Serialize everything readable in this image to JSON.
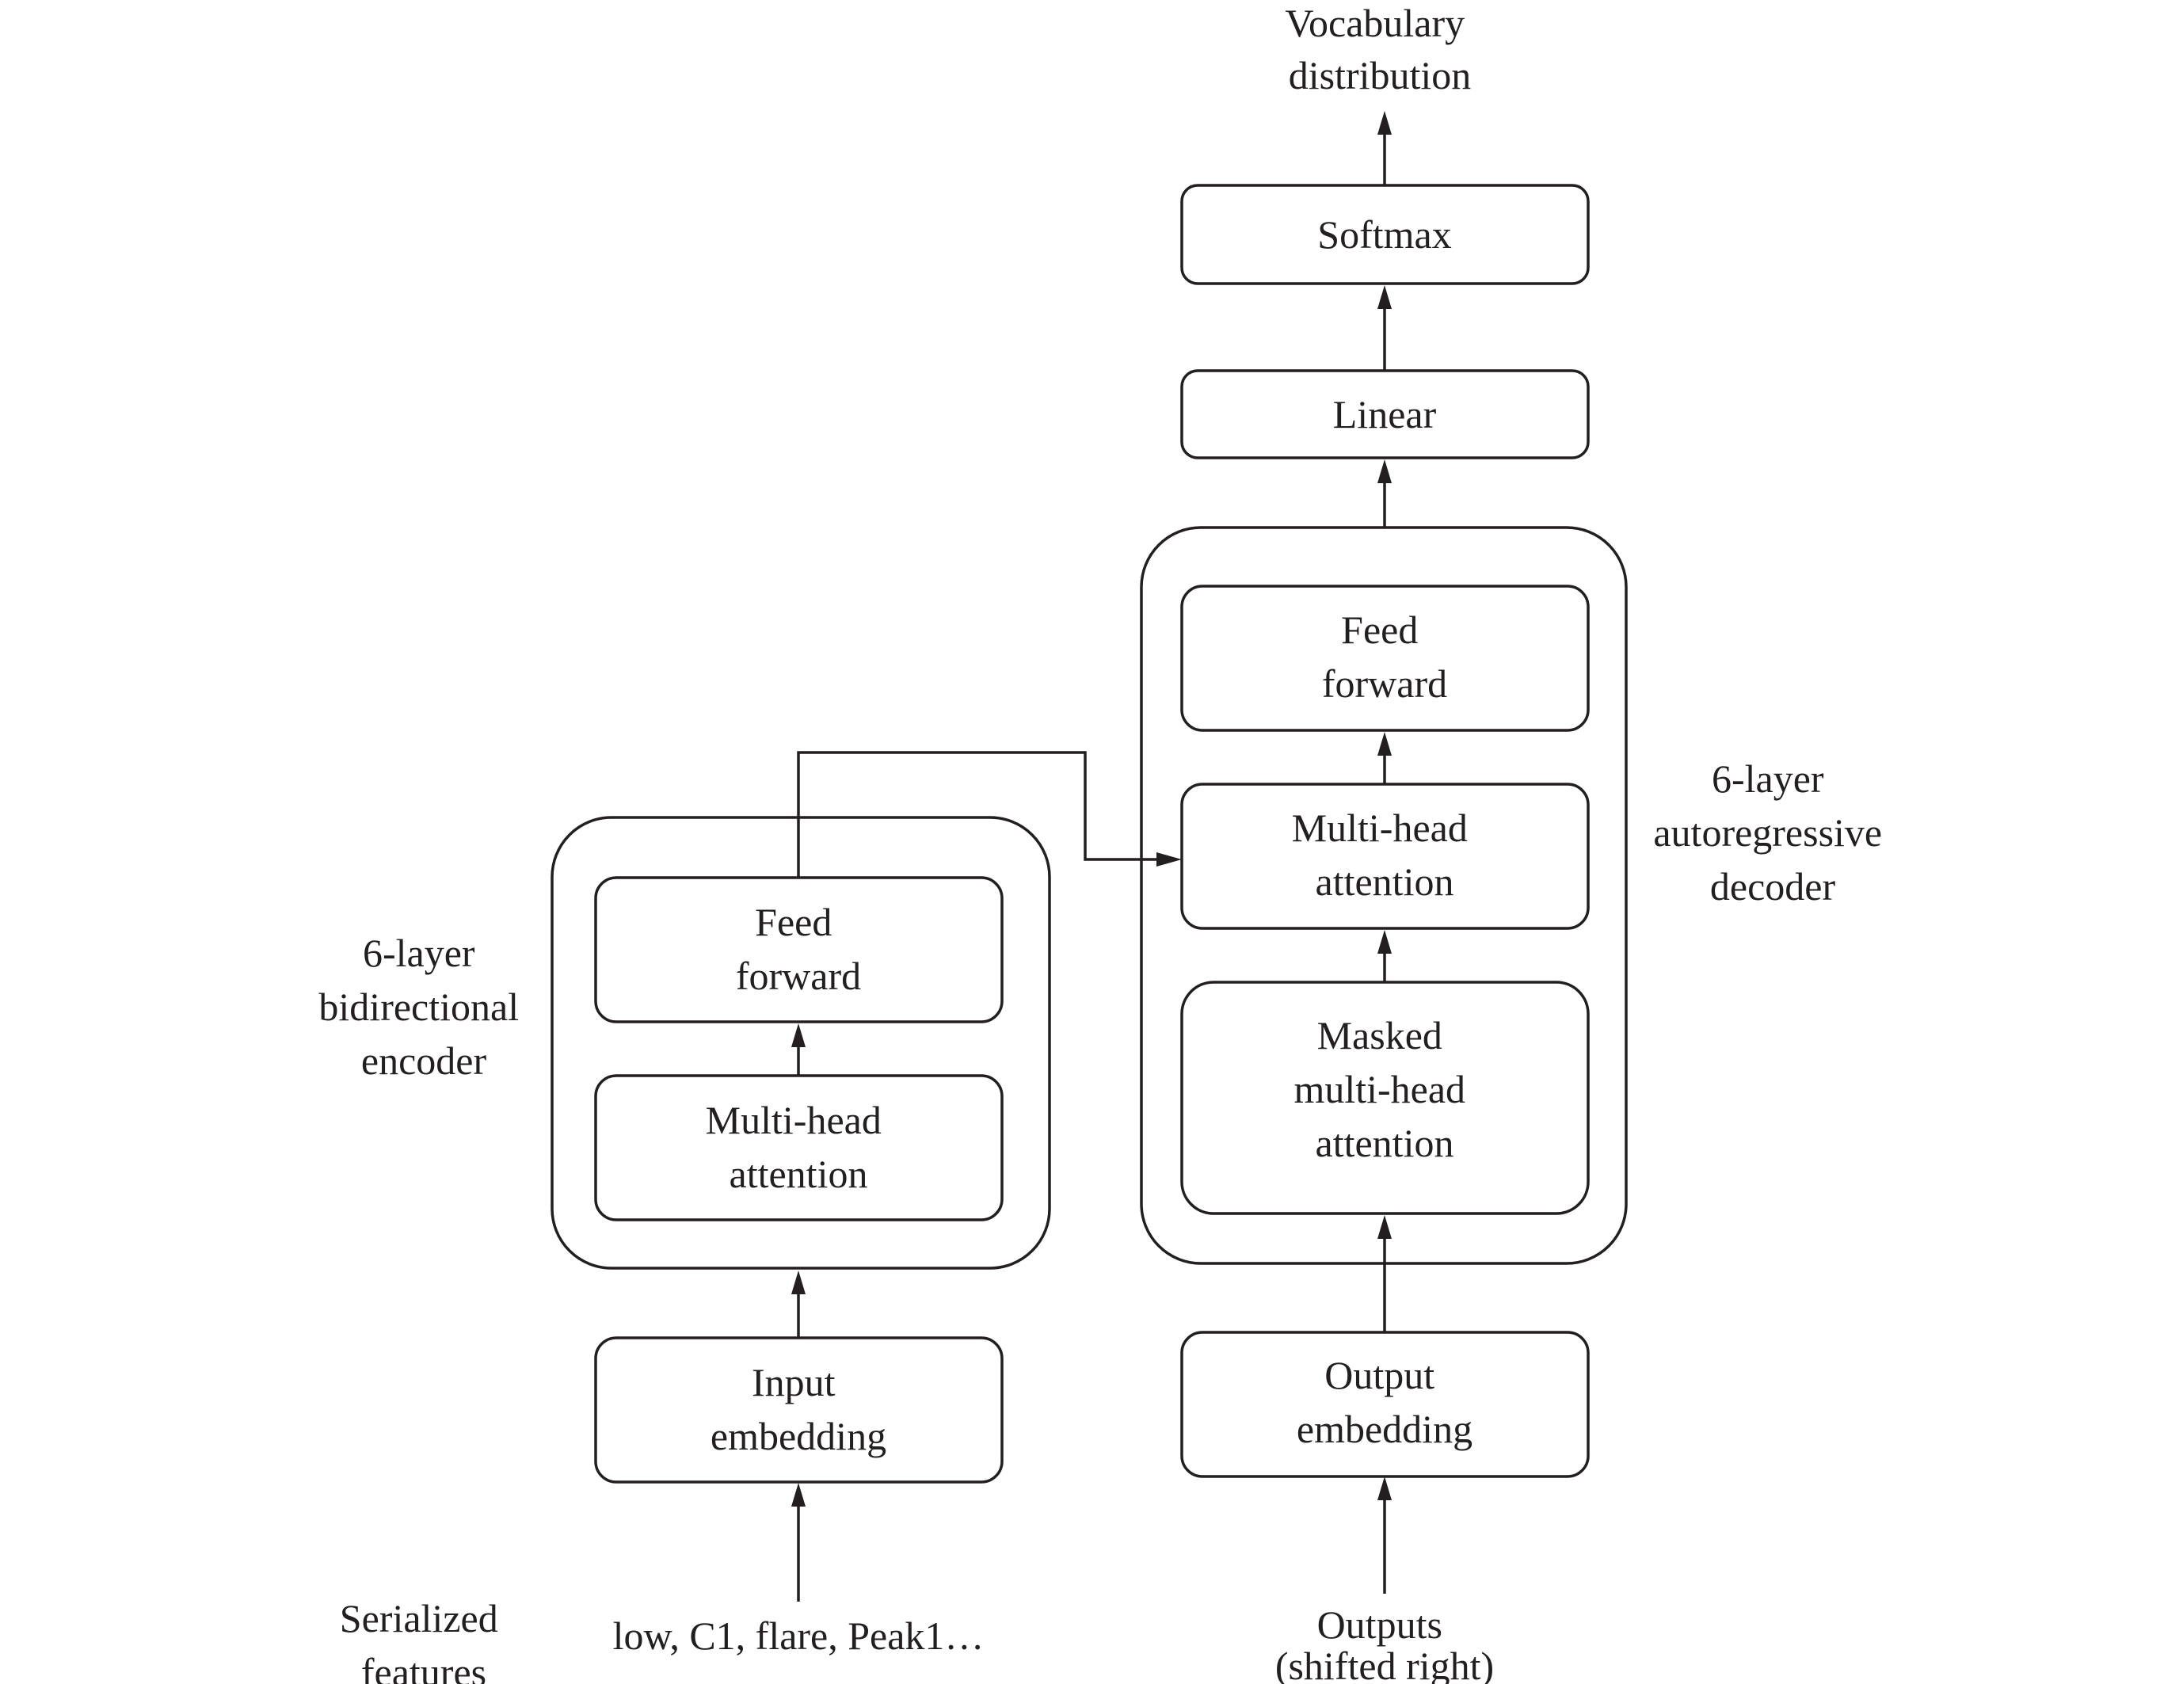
{
  "encoder": {
    "label": [
      "6-layer",
      "bidirectional",
      "encoder"
    ],
    "feed_forward": [
      "Feed",
      "forward"
    ],
    "attention": [
      "Multi-head",
      "attention"
    ],
    "input_embedding": [
      "Input",
      "embedding"
    ]
  },
  "decoder": {
    "label": [
      "6-layer",
      "autoregressive",
      "decoder"
    ],
    "feed_forward": [
      "Feed",
      "forward"
    ],
    "attention": [
      "Multi-head",
      "attention"
    ],
    "masked_attention": [
      "Masked",
      "multi-head",
      "attention"
    ],
    "output_embedding": [
      "Output",
      "embedding"
    ]
  },
  "head": {
    "linear": "Linear",
    "softmax": "Softmax",
    "output": [
      "Vocabulary",
      "distribution"
    ]
  },
  "inputs": {
    "serialized_label": [
      "Serialized",
      "features"
    ],
    "example_tokens": "low, C1, flare, Peak1…",
    "decoder_inputs": [
      "Outputs",
      "(shifted right)"
    ]
  }
}
